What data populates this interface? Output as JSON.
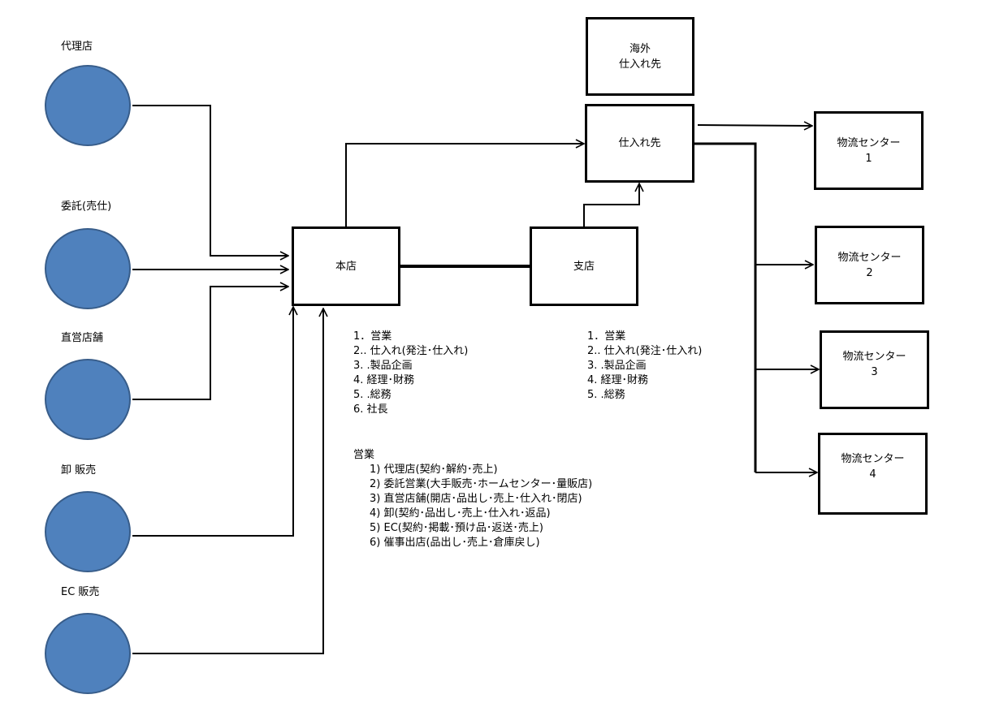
{
  "sources": [
    {
      "id": "agency",
      "label": "代理店"
    },
    {
      "id": "consignment",
      "label": "委託(売仕)"
    },
    {
      "id": "direct-store",
      "label": "直営店舗"
    },
    {
      "id": "wholesale",
      "label": "卸  販売"
    },
    {
      "id": "ec",
      "label": "EC  販売"
    }
  ],
  "nodes": {
    "head_office": "本店",
    "branch": "支店",
    "overseas_supplier": [
      "海外",
      "仕入れ先"
    ],
    "supplier": "仕入れ先",
    "logistics": [
      [
        "物流センター",
        "1"
      ],
      [
        "物流センター",
        "2"
      ],
      [
        "物流センター",
        "3"
      ],
      [
        "物流センター",
        "4"
      ]
    ]
  },
  "head_office_functions": [
    "1．営業",
    "2..  仕入れ(発注･仕入れ)",
    "3.  .製品企画",
    "4. 経理･財務",
    "5. .総務",
    "6. 社長"
  ],
  "branch_functions": [
    "1．営業",
    "2..  仕入れ(発注･仕入れ)",
    "3.  .製品企画",
    "4. 経理･財務",
    "5. .総務"
  ],
  "sales": {
    "title": "営業",
    "items": [
      "1)   代理店(契約･解約･売上)",
      "2)   委託営業(大手販売･ホームセンター･量販店)",
      "3)   直営店舗(開店･品出し･売上･仕入れ･閉店)",
      "4)   卸(契約･品出し･売上･仕入れ･返品)",
      "5)   EC(契約･掲載･預け品･返送･売上)",
      "6)   催事出店(品出し･売上･倉庫戻し)"
    ]
  },
  "colors": {
    "circle_fill": "#4f81bd",
    "circle_stroke": "#385d8a",
    "line": "#000000"
  }
}
